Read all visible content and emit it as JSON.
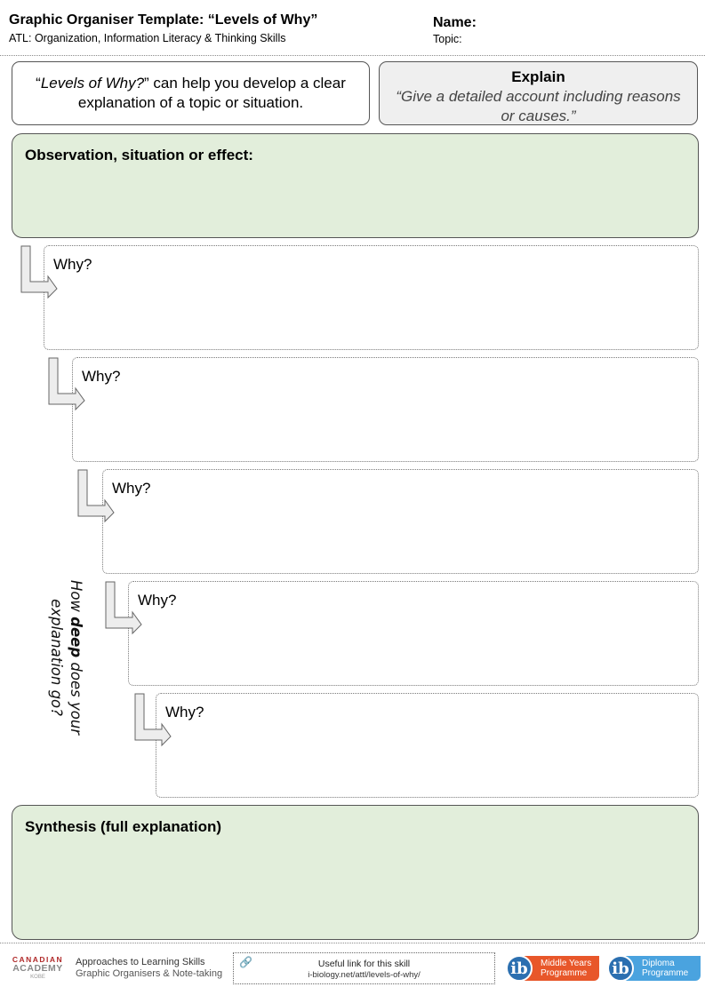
{
  "header": {
    "title": "Graphic Organiser Template: “Levels of Why”",
    "subtitle": "ATL: Organization, Information Literacy & Thinking Skills",
    "name_label": "Name:",
    "topic_label": "Topic:"
  },
  "intro": {
    "quote_open": "“",
    "quote_italic": "Levels of Why?",
    "quote_rest": "” can help you develop a clear explanation of a topic or situation."
  },
  "explain": {
    "title": "Explain",
    "definition": "“Give a detailed account including reasons or causes.”"
  },
  "observation": {
    "title": "Observation, situation or effect:"
  },
  "whys": [
    {
      "label": "Why?"
    },
    {
      "label": "Why?"
    },
    {
      "label": "Why?"
    },
    {
      "label": "Why?"
    },
    {
      "label": "Why?"
    }
  ],
  "side_note": {
    "part1": "How ",
    "bold": "deep",
    "part2": " does your explanation go?"
  },
  "synthesis": {
    "title": "Synthesis (full explanation)"
  },
  "footer": {
    "logo_line1": "CANADIAN",
    "logo_line2": "ACADEMY",
    "logo_line3": "KOBE",
    "atl_line1": "Approaches to Learning Skills",
    "atl_line2": "Graphic Organisers & Note-taking",
    "link_title": "Useful link for this skill",
    "link_url": "i-biology.net/attl/levels-of-why/",
    "myp_line1": "Middle Years",
    "myp_line2": "Programme",
    "dp_line1": "Diploma",
    "dp_line2": "Programme",
    "ib_mark": "ib"
  },
  "colors": {
    "green_fill": "#e2eedb",
    "explain_fill": "#efefef",
    "myp_orange": "#e8572a",
    "dp_blue": "#4aa3df"
  }
}
